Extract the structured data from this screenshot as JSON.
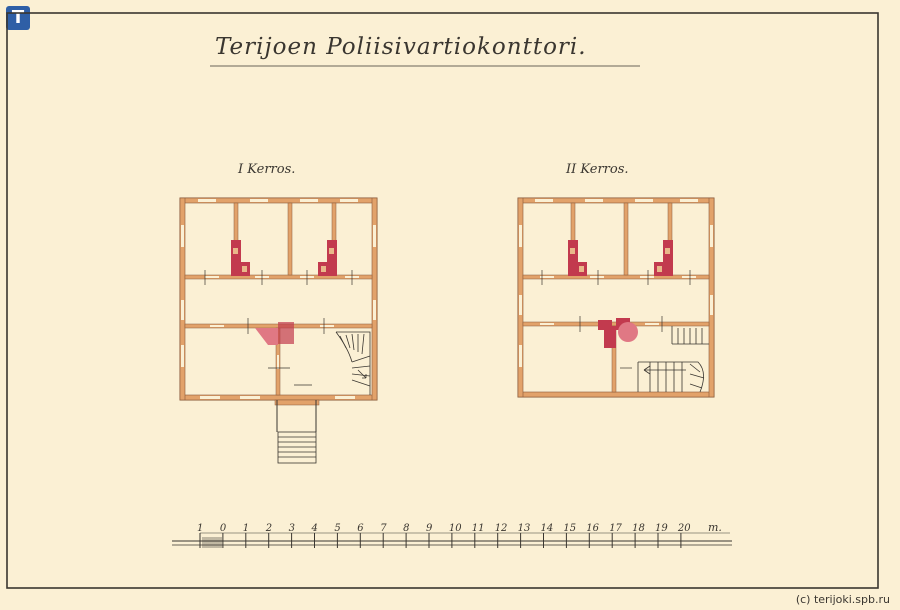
{
  "drawing": {
    "title": "Terijoen Poliisivartiokonttori.",
    "floor_1_label": "I Kerros.",
    "floor_2_label": "II Kerros."
  },
  "scale_bar": {
    "labels": [
      "1",
      "0",
      "1",
      "2",
      "3",
      "4",
      "5",
      "6",
      "7",
      "8",
      "9",
      "10",
      "11",
      "12",
      "13",
      "14",
      "15",
      "16",
      "17",
      "18",
      "19",
      "20"
    ],
    "unit": "m."
  },
  "watermark": "(c) terijoki.spb.ru",
  "logo_text": "T",
  "colors": {
    "paper": "#fbf0d4",
    "wall": "#e2a26a",
    "wall_outline": "#8a5a3a",
    "stove": "#c23a4e",
    "stove_light": "#e07884",
    "ink": "#3a3630"
  }
}
